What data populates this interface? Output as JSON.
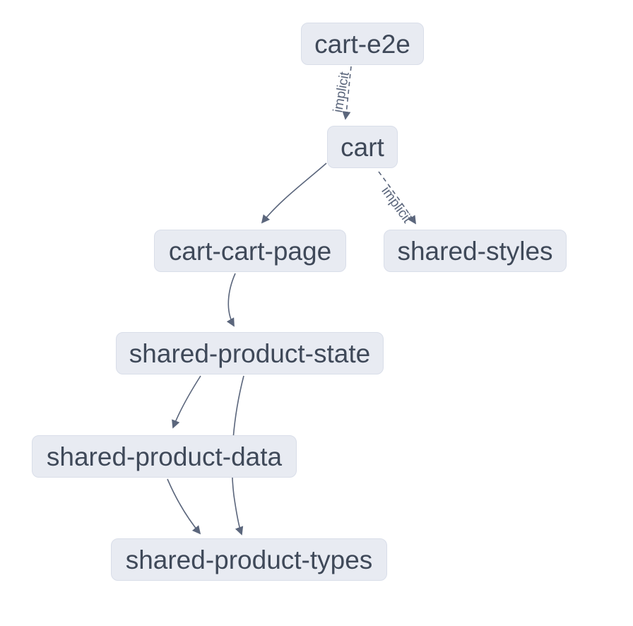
{
  "graph": {
    "kind": "project-dependency-graph",
    "nodes": [
      {
        "id": "cart-e2e",
        "label": "cart-e2e"
      },
      {
        "id": "cart",
        "label": "cart"
      },
      {
        "id": "cart-cart-page",
        "label": "cart-cart-page"
      },
      {
        "id": "shared-styles",
        "label": "shared-styles"
      },
      {
        "id": "shared-product-state",
        "label": "shared-product-state"
      },
      {
        "id": "shared-product-data",
        "label": "shared-product-data"
      },
      {
        "id": "shared-product-types",
        "label": "shared-product-types"
      }
    ],
    "edges": [
      {
        "source": "cart-e2e",
        "target": "cart",
        "type": "implicit",
        "label": "implicit"
      },
      {
        "source": "cart",
        "target": "cart-cart-page",
        "type": "static",
        "label": ""
      },
      {
        "source": "cart",
        "target": "shared-styles",
        "type": "implicit",
        "label": "implicit"
      },
      {
        "source": "cart-cart-page",
        "target": "shared-product-state",
        "type": "static",
        "label": ""
      },
      {
        "source": "shared-product-state",
        "target": "shared-product-data",
        "type": "static",
        "label": ""
      },
      {
        "source": "shared-product-state",
        "target": "shared-product-types",
        "type": "static",
        "label": ""
      },
      {
        "source": "shared-product-data",
        "target": "shared-product-types",
        "type": "static",
        "label": ""
      }
    ],
    "colors": {
      "background": "#ffffff",
      "node_fill": "#e8ebf2",
      "node_border": "#d9dee9",
      "node_text": "#3f4959",
      "edge_color": "#5b667c"
    }
  }
}
